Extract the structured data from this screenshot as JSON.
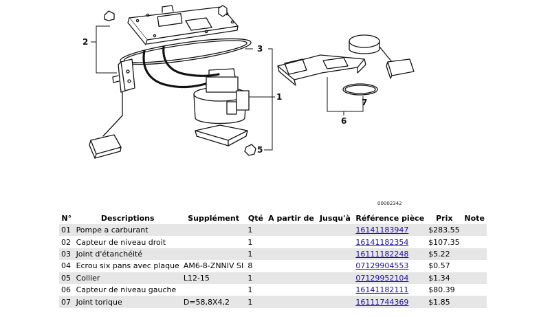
{
  "diagram": {
    "callouts": [
      "2",
      "3",
      "1",
      "5",
      "7",
      "6"
    ],
    "diagram_id": "00002342"
  },
  "table": {
    "headers": {
      "no": "N°",
      "description": "Descriptions",
      "supplement": "Supplément",
      "qty": "Qté",
      "from": "A partir de",
      "until": "Jusqu'à",
      "reference": "Référence pièce",
      "price": "Prix",
      "note": "Note"
    },
    "rows": [
      {
        "no": "01",
        "description": "Pompe a carburant",
        "supplement": "",
        "qty": "1",
        "from": "",
        "until": "",
        "reference": "16141183947",
        "price": "$283.55",
        "note": ""
      },
      {
        "no": "02",
        "description": "Capteur de niveau droit",
        "supplement": "",
        "qty": "1",
        "from": "",
        "until": "",
        "reference": "16141182354",
        "price": "$107.35",
        "note": ""
      },
      {
        "no": "03",
        "description": "Joint d'étanchéité",
        "supplement": "",
        "qty": "1",
        "from": "",
        "until": "",
        "reference": "16111182248",
        "price": "$5.22",
        "note": ""
      },
      {
        "no": "04",
        "description": "Ecrou six pans avec plaque",
        "supplement": "AM6-8-ZNNIV SI",
        "qty": "8",
        "from": "",
        "until": "",
        "reference": "07129904553",
        "price": "$0.57",
        "note": ""
      },
      {
        "no": "05",
        "description": "Collier",
        "supplement": "L12-15",
        "qty": "1",
        "from": "",
        "until": "",
        "reference": "07129952104",
        "price": "$1.34",
        "note": ""
      },
      {
        "no": "06",
        "description": "Capteur de niveau gauche",
        "supplement": "",
        "qty": "1",
        "from": "",
        "until": "",
        "reference": "16141182111",
        "price": "$80.39",
        "note": ""
      },
      {
        "no": "07",
        "description": "Joint torique",
        "supplement": "D=58,8X4,2",
        "qty": "1",
        "from": "",
        "until": "",
        "reference": "16111744369",
        "price": "$1.85",
        "note": ""
      }
    ]
  }
}
